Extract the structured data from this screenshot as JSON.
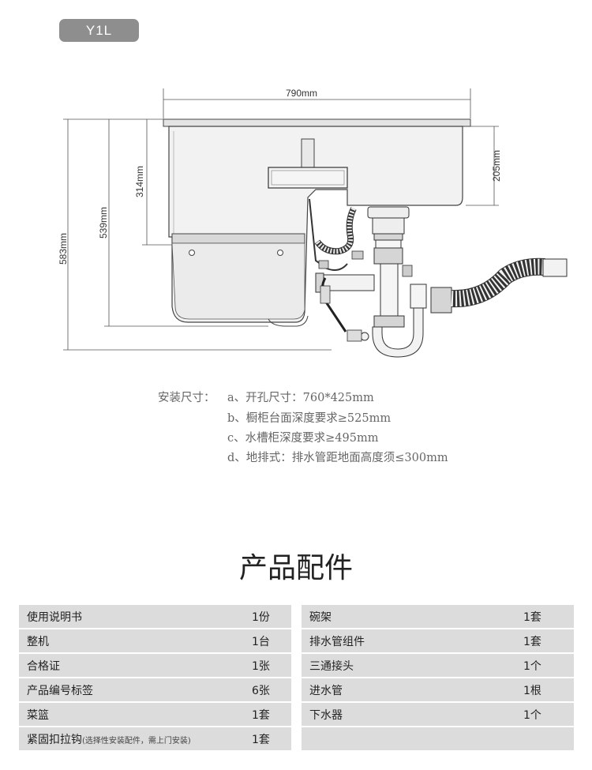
{
  "model": "Y1L",
  "dimensions": {
    "width": "790mm",
    "depth_total": "583mm",
    "depth_body": "539mm",
    "depth_upper": "314mm",
    "depth_sink": "205mm"
  },
  "install": {
    "label": "安装尺寸：",
    "items": [
      "a、开孔尺寸：760*425mm",
      "b、橱柜台面深度要求≥525mm",
      "c、水槽柜深度要求≥495mm",
      "d、地排式：排水管距地面高度须≤300mm"
    ]
  },
  "accessories": {
    "title": "产品配件",
    "left": [
      {
        "name": "使用说明书",
        "note": "",
        "qty": "1份"
      },
      {
        "name": "整机",
        "note": "",
        "qty": "1台"
      },
      {
        "name": "合格证",
        "note": "",
        "qty": "1张"
      },
      {
        "name": "产品编号标签",
        "note": "",
        "qty": "6张"
      },
      {
        "name": "菜篮",
        "note": "",
        "qty": "1套"
      },
      {
        "name": "紧固扣拉钩",
        "note": "(选择性安装配件，需上门安装)",
        "qty": "1套"
      }
    ],
    "right": [
      {
        "name": "碗架",
        "qty": "1套"
      },
      {
        "name": "排水管组件",
        "qty": "1套"
      },
      {
        "name": "三通接头",
        "qty": "1个"
      },
      {
        "name": "进水管",
        "qty": "1根"
      },
      {
        "name": "下水器",
        "qty": "1个"
      },
      {
        "name": "",
        "qty": ""
      }
    ]
  }
}
